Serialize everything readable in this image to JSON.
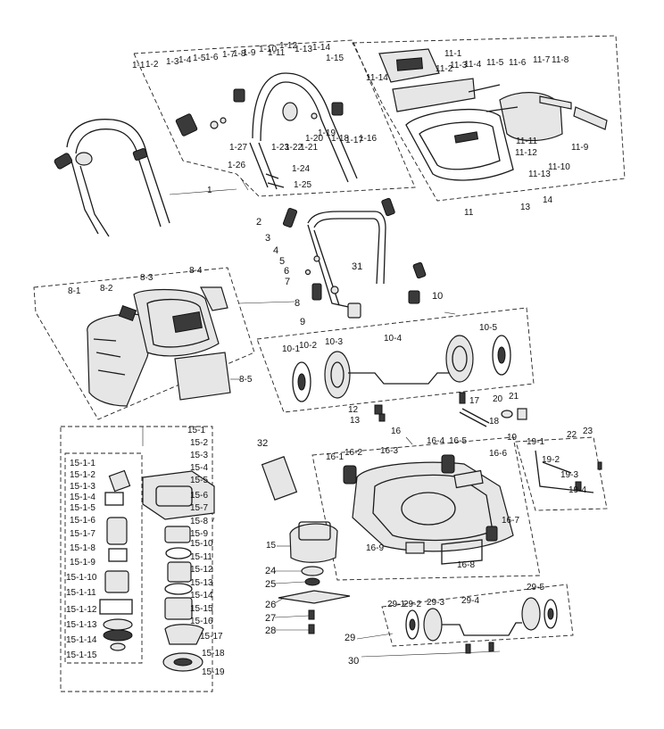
{
  "group_labels": {
    "handle": "1",
    "handle_parts": [
      "1-1",
      "1-2",
      "1-3",
      "1-4",
      "1-5",
      "1-6",
      "1-7",
      "1-8",
      "1-9",
      "1-10",
      "1-11",
      "1-12",
      "1-13",
      "1-14",
      "1-15",
      "1-16",
      "1-17",
      "1-18",
      "1-19",
      "1-20",
      "1-21",
      "1-22",
      "1-23",
      "1-24",
      "1-25",
      "1-26",
      "1-27"
    ],
    "cover": "11",
    "cover_parts": [
      "11-1",
      "11-2",
      "11-3",
      "11-4",
      "11-5",
      "11-6",
      "11-7",
      "11-8",
      "11-9",
      "11-10",
      "11-11",
      "11-12",
      "11-13",
      "11-14"
    ],
    "lower_handle_parts": [
      "2",
      "3",
      "4",
      "5",
      "6",
      "7",
      "9",
      "31",
      "10",
      "13",
      "14"
    ],
    "catcher": "8",
    "catcher_parts": [
      "8-1",
      "8-2",
      "8-3",
      "8-4",
      "8-5"
    ],
    "wheels_rear": "10",
    "wheels_rear_parts": [
      "10-1",
      "10-2",
      "10-3",
      "10-4",
      "10-5"
    ],
    "axle_parts": [
      "12",
      "13",
      "17",
      "18",
      "20",
      "21",
      "22",
      "23"
    ],
    "motor": "15",
    "motor_parts": [
      "15-1",
      "15-2",
      "15-3",
      "15-4",
      "15-5",
      "15-6",
      "15-7",
      "15-8",
      "15-9",
      "15-10",
      "15-11",
      "15-12",
      "15-13",
      "15-14",
      "15-15",
      "15-16",
      "15-17",
      "15-18",
      "15-19"
    ],
    "motor_left_parts": [
      "15-1-1",
      "15-1-2",
      "15-1-3",
      "15-1-4",
      "15-1-5",
      "15-1-6",
      "15-1-7",
      "15-1-8",
      "15-1-9",
      "15-1-10",
      "15-1-11",
      "15-1-12",
      "15-1-13",
      "15-1-14",
      "15-1-15"
    ],
    "deck": "16",
    "deck_parts": [
      "16-1",
      "16-2",
      "16-3",
      "16-4",
      "16-5",
      "16-6",
      "16-7",
      "16-8",
      "16-9"
    ],
    "height_adjust": "19",
    "height_parts": [
      "19-1",
      "19-2",
      "19-3",
      "19-4"
    ],
    "small_parts": [
      "24",
      "25",
      "26",
      "27",
      "28",
      "32"
    ],
    "front_wheels": "29",
    "front_wheel_parts": [
      "29-1",
      "29-2",
      "29-3",
      "29-4",
      "29-5"
    ],
    "front_axle": "30"
  }
}
